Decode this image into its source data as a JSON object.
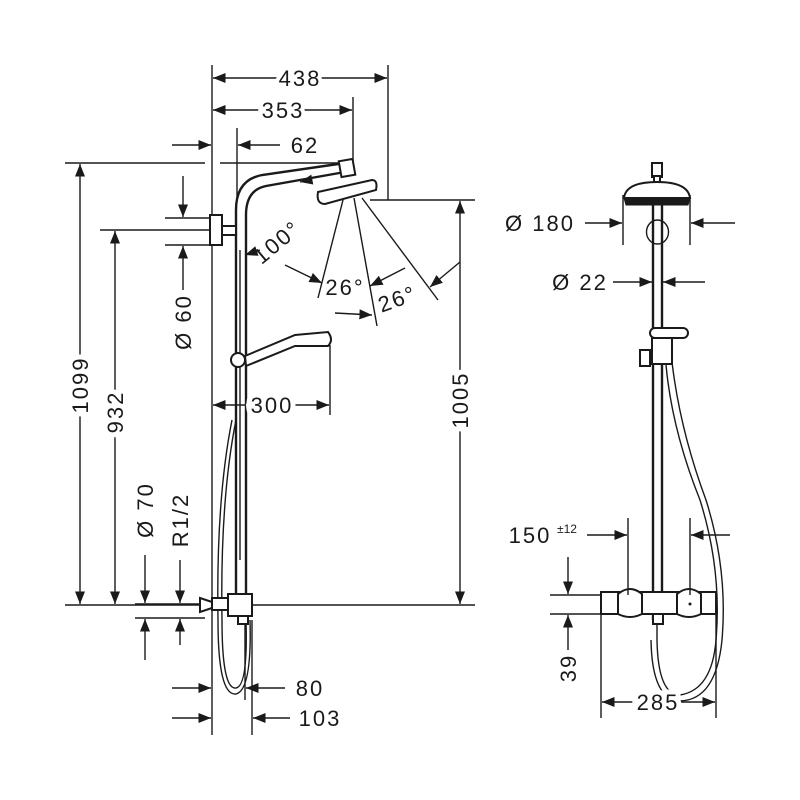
{
  "title": "Shower system dimension drawing",
  "side_view": {
    "dim_overall_projection": "438",
    "dim_head_projection": "353",
    "dim_wall_to_pipe": "62",
    "angle_tilt": "100°",
    "angle_spray_1": "26°",
    "angle_spray_2": "26°",
    "dim_total_height": "1099",
    "dim_bracket_height": "932",
    "dim_bracket_diameter": "Ø 60",
    "dim_head_height": "1005",
    "dim_hand_shower": "300",
    "dim_inlet_diameter": "Ø 70",
    "dim_thread": "R1/2",
    "dim_mixer_depth": "80",
    "dim_mixer_depth_total": "103"
  },
  "front_view": {
    "dim_head_diameter": "Ø 180",
    "dim_pipe_diameter": "Ø 22",
    "dim_centers": "150",
    "dim_centers_tolerance": "±12",
    "dim_mixer_height": "39",
    "dim_mixer_width": "285"
  }
}
